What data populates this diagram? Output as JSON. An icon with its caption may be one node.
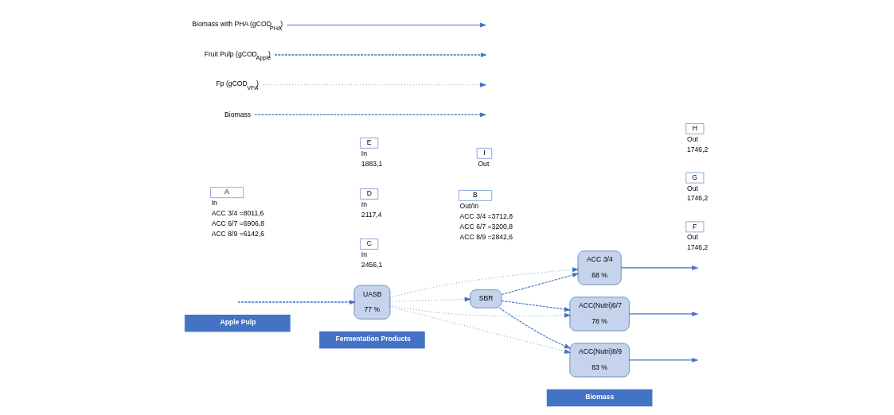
{
  "diagram": {
    "nodes": [
      {
        "text": [
          "Apple Pulp"
        ]
      },
      {
        "text": [
          "Fermentation Products"
        ]
      },
      {
        "text": [
          "Biomass"
        ]
      },
      {
        "text": [
          "UASB",
          "77 %"
        ]
      },
      {
        "text": [
          "SBR"
        ]
      },
      {
        "text": [
          "ACC 3/4",
          "68 %"
        ]
      },
      {
        "text": [
          "ACC(Nutri)6/7",
          "78 %"
        ]
      },
      {
        "text": [
          "ACC(Nutri)8/9",
          "83 %"
        ]
      },
      {
        "text": [
          "A"
        ],
        "beside": [
          "In",
          "ACC 3/4 =8011,6",
          "ACC 6/7 =6906,8",
          "ACC 8/9 =6142,6"
        ]
      },
      {
        "text": [
          "B"
        ],
        "beside": [
          "Out/In",
          "ACC 3/4 =3712,8",
          "ACC 6/7 =3200,8",
          "ACC 8/9 =2842,6"
        ]
      },
      {
        "text": [
          "I"
        ],
        "beside": [
          "Out"
        ]
      },
      {
        "text": [
          "C"
        ],
        "beside": [
          "In",
          "2456,1"
        ]
      },
      {
        "text": [
          "F"
        ],
        "beside": [
          "Out",
          "1746,2"
        ]
      },
      {
        "text": [
          "D"
        ],
        "beside": [
          "In",
          "2117,4"
        ]
      },
      {
        "text": [
          "G"
        ],
        "beside": [
          "Out",
          "1746,2"
        ]
      },
      {
        "text": [
          "E"
        ],
        "beside": [
          "In",
          "1883,1"
        ]
      },
      {
        "text": [
          "H"
        ],
        "beside": [
          "Out",
          "1746,2"
        ]
      }
    ],
    "edges": [
      {
        "from": null,
        "to": 3,
        "arrow": "to",
        "style": "dashed"
      },
      {
        "from": 3,
        "to": 4,
        "arrow": "to",
        "style": "dashed"
      },
      {
        "from": 4,
        "to": 5,
        "arrow": "to",
        "style": "dashed"
      },
      {
        "from": 4,
        "to": 6,
        "arrow": "to",
        "style": "dashed"
      },
      {
        "from": 4,
        "to": 7,
        "arrow": "to",
        "style": "dashed"
      },
      {
        "from": 3,
        "to": 5,
        "arrow": "to",
        "style": "dashed"
      },
      {
        "from": 3,
        "to": 6,
        "arrow": "to",
        "style": "dashed"
      },
      {
        "from": 3,
        "to": 7,
        "arrow": "to",
        "style": "dashed"
      },
      {
        "from": 5,
        "to": null,
        "arrow": "to"
      },
      {
        "from": 6,
        "to": null,
        "arrow": "to"
      },
      {
        "from": 7,
        "to": null,
        "arrow": "to"
      }
    ],
    "legend": [
      {
        "text": "Biomass with PHA (gCOD$_{PHA}$)"
      },
      {
        "text": "Fruit Pulp (gCOD$_{Apple}$)"
      },
      {
        "text": "Fp (gCOD$_{VFA}$)"
      },
      {
        "text": "Biomass"
      }
    ]
  }
}
